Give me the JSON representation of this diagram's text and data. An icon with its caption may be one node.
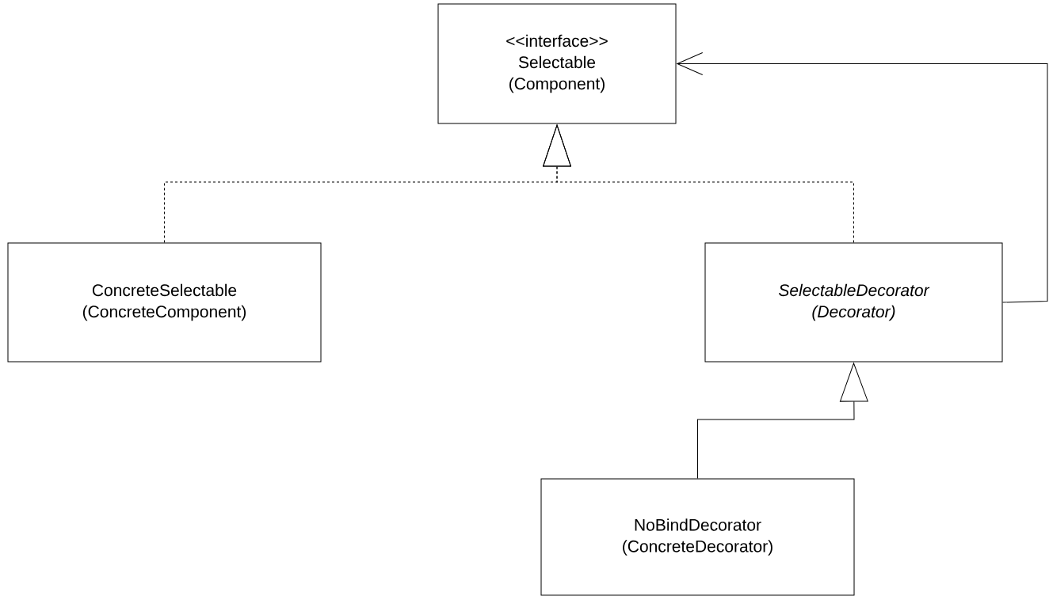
{
  "diagram": {
    "nodes": [
      {
        "text": [
          "<<interface>>",
          "Selectable (Component)"
        ]
      },
      {
        "text": [
          "ConcreteSelectable (ConcreteComponent)"
        ]
      },
      {
        "text": [
          "SelectableDecorator (Decorator)"
        ]
      },
      {
        "text": [
          "NoBindDecorator (ConcreteDecorator)"
        ]
      }
    ],
    "edges": [
      {
        "from": 1,
        "to": 0,
        "arrow": "to",
        "style": "dashed"
      },
      {
        "from": 2,
        "to": 0,
        "arrow": "to",
        "style": "dashed"
      },
      {
        "from": 3,
        "to": 2,
        "arrow": "to"
      },
      {
        "from": 2,
        "to": 0,
        "arrow": "to"
      }
    ]
  }
}
